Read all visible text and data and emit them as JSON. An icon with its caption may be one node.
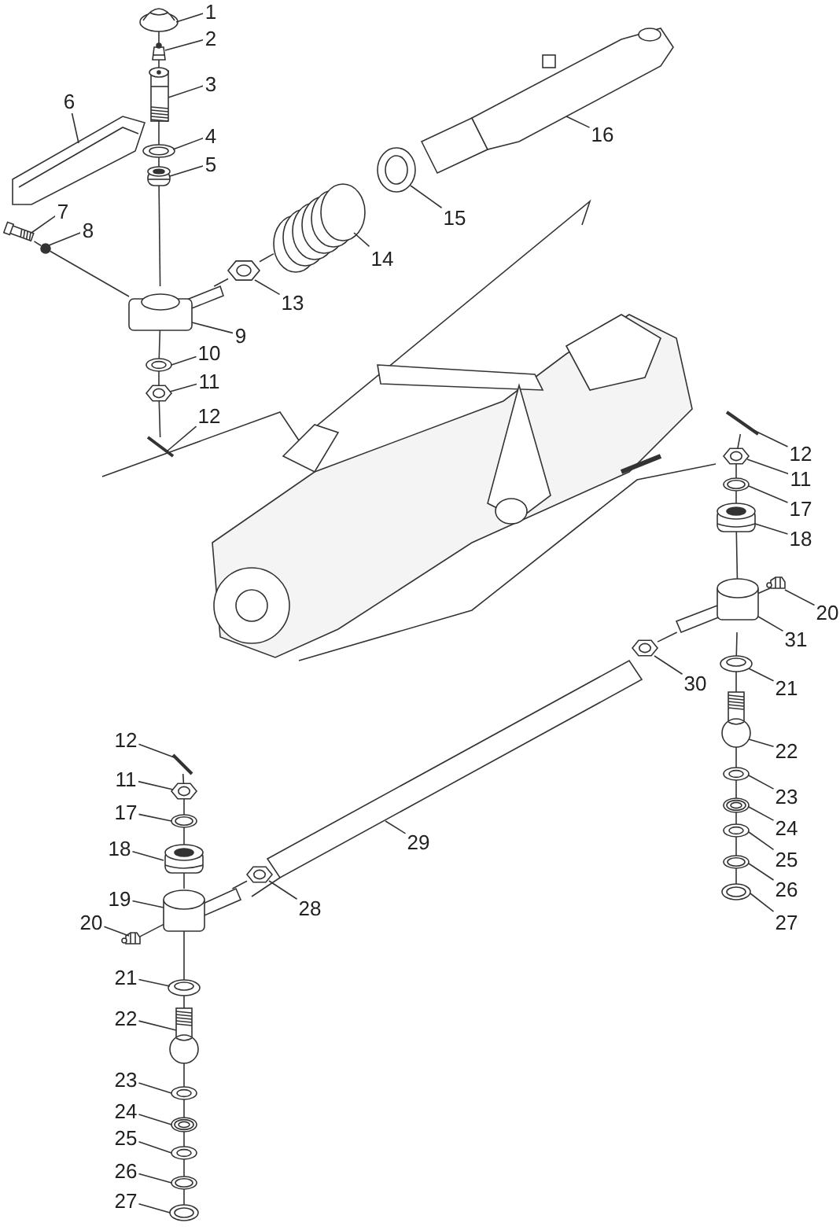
{
  "diagram": {
    "nodes": [
      {
        "text": [
          "1"
        ]
      },
      {
        "text": [
          "2"
        ]
      },
      {
        "text": [
          "3"
        ]
      },
      {
        "text": [
          "4"
        ]
      },
      {
        "text": [
          "5"
        ]
      },
      {
        "text": [
          "6"
        ]
      },
      {
        "text": [
          "7"
        ]
      },
      {
        "text": [
          "8"
        ]
      },
      {
        "text": [
          "9"
        ]
      },
      {
        "text": [
          "10"
        ]
      },
      {
        "text": [
          "11"
        ]
      },
      {
        "text": [
          "12"
        ]
      },
      {
        "text": [
          "13"
        ]
      },
      {
        "text": [
          "14"
        ]
      },
      {
        "text": [
          "15"
        ]
      },
      {
        "text": [
          "16"
        ]
      },
      {
        "text": [
          "12"
        ]
      },
      {
        "text": [
          "11"
        ]
      },
      {
        "text": [
          "17"
        ]
      },
      {
        "text": [
          "18"
        ]
      },
      {
        "text": [
          "20"
        ]
      },
      {
        "text": [
          "31"
        ]
      },
      {
        "text": [
          "30"
        ]
      },
      {
        "text": [
          "21"
        ]
      },
      {
        "text": [
          "22"
        ]
      },
      {
        "text": [
          "23"
        ]
      },
      {
        "text": [
          "24"
        ]
      },
      {
        "text": [
          "25"
        ]
      },
      {
        "text": [
          "26"
        ]
      },
      {
        "text": [
          "27"
        ]
      },
      {
        "text": [
          "12"
        ]
      },
      {
        "text": [
          "11"
        ]
      },
      {
        "text": [
          "17"
        ]
      },
      {
        "text": [
          "18"
        ]
      },
      {
        "text": [
          "19"
        ]
      },
      {
        "text": [
          "20"
        ]
      },
      {
        "text": [
          "29"
        ]
      },
      {
        "text": [
          "28"
        ]
      },
      {
        "text": [
          "21"
        ]
      },
      {
        "text": [
          "22"
        ]
      },
      {
        "text": [
          "23"
        ]
      },
      {
        "text": [
          "24"
        ]
      },
      {
        "text": [
          "25"
        ]
      },
      {
        "text": [
          "26"
        ]
      },
      {
        "text": [
          "27"
        ]
      },
      {
        "text": [],
        "shape": "picture"
      },
      {
        "text": [],
        "shape": "picture"
      },
      {
        "text": [],
        "shape": "picture"
      },
      {
        "text": [],
        "shape": "picture"
      },
      {
        "text": [],
        "shape": "picture"
      },
      {
        "text": [],
        "shape": "picture"
      },
      {
        "text": [],
        "shape": "picture"
      },
      {
        "text": [],
        "shape": "circle"
      },
      {
        "text": [],
        "shape": "picture"
      },
      {
        "text": [],
        "shape": "picture"
      },
      {
        "text": [],
        "shape": "picture"
      },
      {
        "text": [],
        "shape": "picture"
      },
      {
        "text": [],
        "shape": "picture"
      },
      {
        "text": [],
        "shape": "picture"
      },
      {
        "text": [],
        "shape": "picture"
      },
      {
        "text": [],
        "shape": "picture"
      },
      {
        "text": [],
        "shape": "picture"
      },
      {
        "text": [],
        "shape": "picture"
      },
      {
        "text": [],
        "shape": "picture"
      },
      {
        "text": [],
        "shape": "picture"
      },
      {
        "text": [],
        "shape": "picture"
      },
      {
        "text": [],
        "shape": "picture"
      },
      {
        "text": [],
        "shape": "picture"
      },
      {
        "text": [],
        "shape": "picture"
      },
      {
        "text": [],
        "shape": "picture"
      },
      {
        "text": [],
        "shape": "picture"
      },
      {
        "text": [],
        "shape": "picture"
      },
      {
        "text": [],
        "shape": "picture"
      },
      {
        "text": [],
        "shape": "picture"
      },
      {
        "text": [],
        "shape": "picture"
      },
      {
        "text": [],
        "shape": "picture"
      },
      {
        "text": [],
        "shape": "picture"
      },
      {
        "text": [],
        "shape": "picture"
      },
      {
        "text": [],
        "shape": "picture"
      },
      {
        "text": [],
        "shape": "picture"
      },
      {
        "text": [],
        "shape": "picture"
      },
      {
        "text": [],
        "shape": "picture"
      },
      {
        "text": [],
        "shape": "picture"
      },
      {
        "text": [],
        "shape": "picture"
      },
      {
        "text": [],
        "shape": "picture"
      },
      {
        "text": [],
        "shape": "picture"
      },
      {
        "text": [],
        "shape": "picture"
      },
      {
        "text": [],
        "shape": "picture"
      },
      {
        "text": [],
        "shape": "picture"
      },
      {
        "text": [],
        "shape": "picture"
      }
    ],
    "edges": [
      {
        "from": 0,
        "to": 45,
        "arrow": "none"
      },
      {
        "from": 1,
        "to": 46,
        "arrow": "none"
      },
      {
        "from": 2,
        "to": 47,
        "arrow": "none"
      },
      {
        "from": 3,
        "to": 48,
        "arrow": "none"
      },
      {
        "from": 4,
        "to": 49,
        "arrow": "none"
      },
      {
        "from": 5,
        "to": 50,
        "arrow": "none"
      },
      {
        "from": 6,
        "to": 51,
        "arrow": "none"
      },
      {
        "from": 7,
        "to": 52,
        "arrow": "none"
      },
      {
        "from": 8,
        "to": 53,
        "arrow": "none"
      },
      {
        "from": 9,
        "to": 54,
        "arrow": "none"
      },
      {
        "from": 10,
        "to": 55,
        "arrow": "none"
      },
      {
        "from": 11,
        "to": 56,
        "arrow": "none"
      },
      {
        "from": 12,
        "to": 57,
        "arrow": "none"
      },
      {
        "from": 13,
        "to": 58,
        "arrow": "none"
      },
      {
        "from": 14,
        "to": 59,
        "arrow": "none"
      },
      {
        "from": 15,
        "to": 60,
        "arrow": "none"
      },
      {
        "from": 16,
        "to": 61,
        "arrow": "none"
      },
      {
        "from": 17,
        "to": 62,
        "arrow": "none"
      },
      {
        "from": 18,
        "to": 63,
        "arrow": "none"
      },
      {
        "from": 19,
        "to": 64,
        "arrow": "none"
      },
      {
        "from": 20,
        "to": 65,
        "arrow": "none"
      },
      {
        "from": 21,
        "to": 66,
        "arrow": "none"
      },
      {
        "from": 22,
        "to": 67,
        "arrow": "none"
      },
      {
        "from": 23,
        "to": 68,
        "arrow": "none"
      },
      {
        "from": 24,
        "to": 69,
        "arrow": "none"
      },
      {
        "from": 25,
        "to": 70,
        "arrow": "none"
      },
      {
        "from": 26,
        "to": 71,
        "arrow": "none"
      },
      {
        "from": 27,
        "to": 72,
        "arrow": "none"
      },
      {
        "from": 28,
        "to": 73,
        "arrow": "none"
      },
      {
        "from": 29,
        "to": 74,
        "arrow": "none"
      },
      {
        "from": 30,
        "to": 75,
        "arrow": "none"
      },
      {
        "from": 31,
        "to": 76,
        "arrow": "none"
      },
      {
        "from": 32,
        "to": 77,
        "arrow": "none"
      },
      {
        "from": 33,
        "to": 78,
        "arrow": "none"
      },
      {
        "from": 34,
        "to": 79,
        "arrow": "none"
      },
      {
        "from": 35,
        "to": 80,
        "arrow": "none"
      },
      {
        "from": 36,
        "to": 81,
        "arrow": "none"
      },
      {
        "from": 37,
        "to": 82,
        "arrow": "none"
      },
      {
        "from": 38,
        "to": 83,
        "arrow": "none"
      },
      {
        "from": 39,
        "to": 84,
        "arrow": "none"
      },
      {
        "from": 40,
        "to": 85,
        "arrow": "none"
      },
      {
        "from": 41,
        "to": 86,
        "arrow": "none"
      },
      {
        "from": 42,
        "to": 87,
        "arrow": "none"
      },
      {
        "from": 43,
        "to": 88,
        "arrow": "none"
      },
      {
        "from": 44,
        "to": 89,
        "arrow": "none"
      },
      {
        "from": 45,
        "to": 46,
        "arrow": "none"
      },
      {
        "from": 46,
        "to": 47,
        "arrow": "none"
      },
      {
        "from": 47,
        "to": 48,
        "arrow": "none"
      },
      {
        "from": 48,
        "to": 49,
        "arrow": "none"
      },
      {
        "from": 49,
        "to": 53,
        "arrow": "none"
      },
      {
        "from": 53,
        "to": 54,
        "arrow": "none"
      },
      {
        "from": 54,
        "to": 55,
        "arrow": "none"
      },
      {
        "from": 55,
        "to": 56,
        "arrow": "none"
      },
      {
        "from": 51,
        "to": 52,
        "arrow": "none"
      },
      {
        "from": 52,
        "to": 53,
        "arrow": "none"
      },
      {
        "from": 53,
        "to": 57,
        "arrow": "none"
      },
      {
        "from": 57,
        "to": 58,
        "arrow": "none"
      },
      {
        "from": 61,
        "to": 62,
        "arrow": "none"
      },
      {
        "from": 62,
        "to": 63,
        "arrow": "none"
      },
      {
        "from": 63,
        "to": 64,
        "arrow": "none"
      },
      {
        "from": 64,
        "to": 66,
        "arrow": "none"
      },
      {
        "from": 66,
        "to": 68,
        "arrow": "none"
      },
      {
        "from": 68,
        "to": 69,
        "arrow": "none"
      },
      {
        "from": 69,
        "to": 70,
        "arrow": "none"
      },
      {
        "from": 70,
        "to": 71,
        "arrow": "none"
      },
      {
        "from": 71,
        "to": 72,
        "arrow": "none"
      },
      {
        "from": 72,
        "to": 73,
        "arrow": "none"
      },
      {
        "from": 73,
        "to": 74,
        "arrow": "none"
      },
      {
        "from": 66,
        "to": 65,
        "arrow": "none"
      },
      {
        "from": 66,
        "to": 67,
        "arrow": "none"
      },
      {
        "from": 75,
        "to": 76,
        "arrow": "none"
      },
      {
        "from": 76,
        "to": 77,
        "arrow": "none"
      },
      {
        "from": 77,
        "to": 78,
        "arrow": "none"
      },
      {
        "from": 78,
        "to": 79,
        "arrow": "none"
      },
      {
        "from": 79,
        "to": 83,
        "arrow": "none"
      },
      {
        "from": 83,
        "to": 84,
        "arrow": "none"
      },
      {
        "from": 84,
        "to": 85,
        "arrow": "none"
      },
      {
        "from": 85,
        "to": 86,
        "arrow": "none"
      },
      {
        "from": 86,
        "to": 87,
        "arrow": "none"
      },
      {
        "from": 87,
        "to": 88,
        "arrow": "none"
      },
      {
        "from": 88,
        "to": 89,
        "arrow": "none"
      },
      {
        "from": 79,
        "to": 80,
        "arrow": "none"
      },
      {
        "from": 79,
        "to": 82,
        "arrow": "none"
      }
    ]
  }
}
